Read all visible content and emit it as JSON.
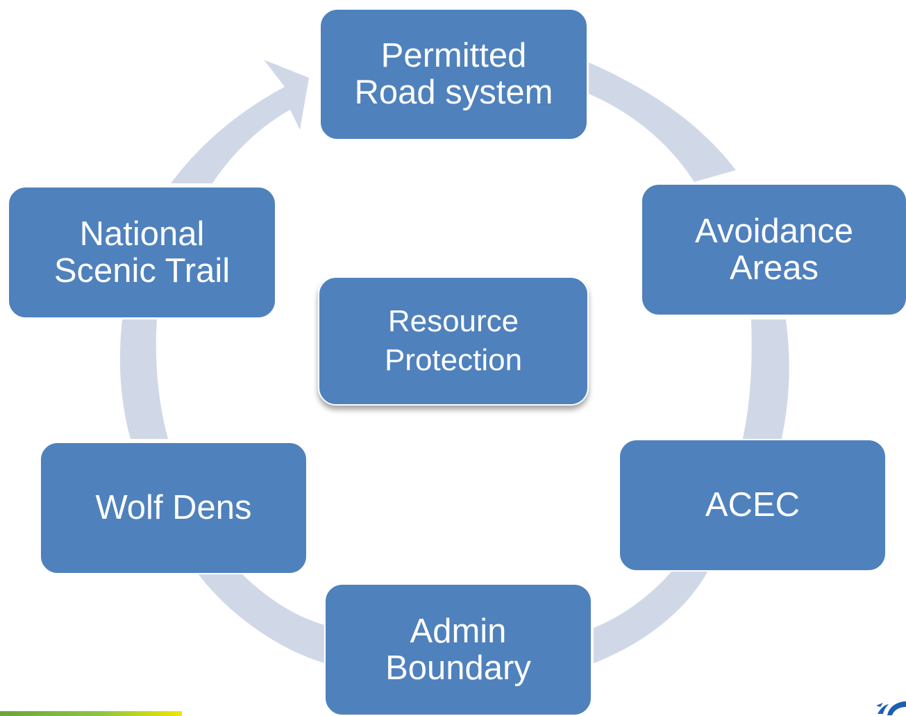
{
  "diagram": {
    "nodes": [
      {
        "id": "permitted-road-system",
        "label": "Permitted\nRoad system"
      },
      {
        "id": "avoidance-areas",
        "label": "Avoidance\nAreas"
      },
      {
        "id": "acec",
        "label": "ACEC"
      },
      {
        "id": "admin-boundary",
        "label": "Admin\nBoundary"
      },
      {
        "id": "wolf-dens",
        "label": "Wolf Dens"
      },
      {
        "id": "national-scenic-trail",
        "label": "National\nScenic Trail"
      }
    ],
    "center": {
      "label": "Resource\nProtection"
    },
    "edges": [
      {
        "from": "national-scenic-trail",
        "to": "permitted-road-system",
        "arrow": true
      }
    ],
    "colors": {
      "node_fill": "#4f81bd",
      "node_border": "#ffffff",
      "ring": "#d0d8e8",
      "text": "#ffffff"
    }
  },
  "footer": {
    "left_bar_colors": [
      "#6aa63a",
      "#8cc63f",
      "#f2e600"
    ],
    "logo_icon": "agency-logo-icon"
  }
}
